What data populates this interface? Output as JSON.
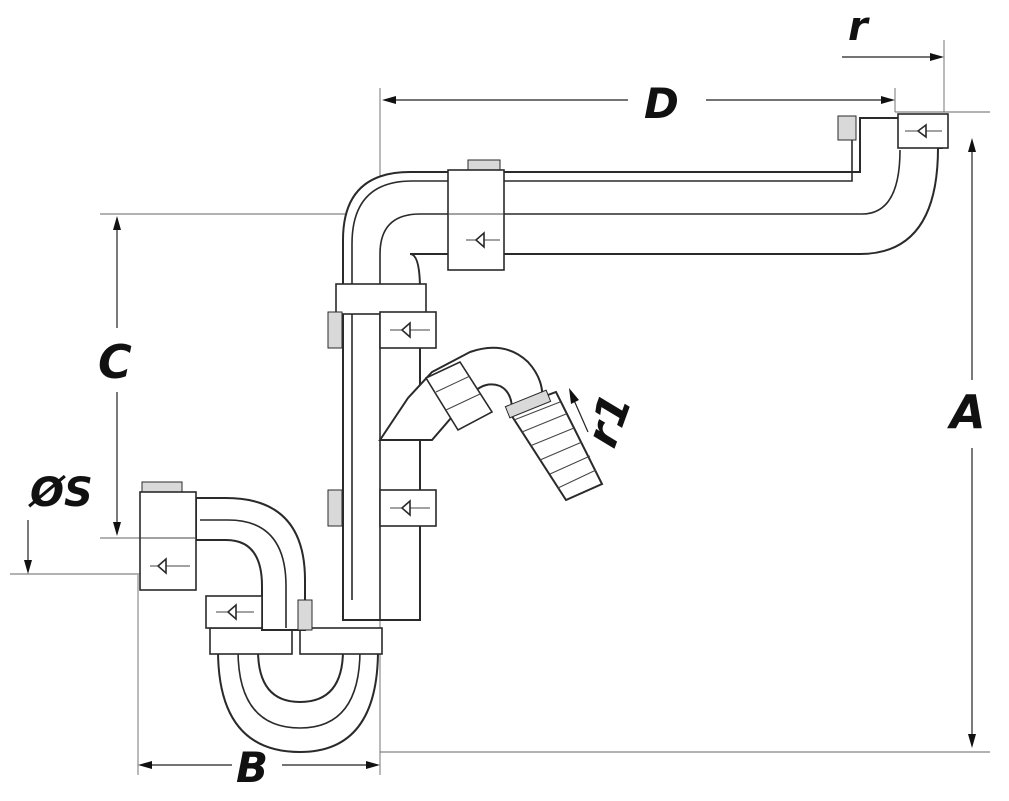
{
  "dimensions": {
    "r": "r",
    "D": "D",
    "C": "C",
    "A": "A",
    "r1": "r1",
    "S": "ØS",
    "B": "B"
  }
}
